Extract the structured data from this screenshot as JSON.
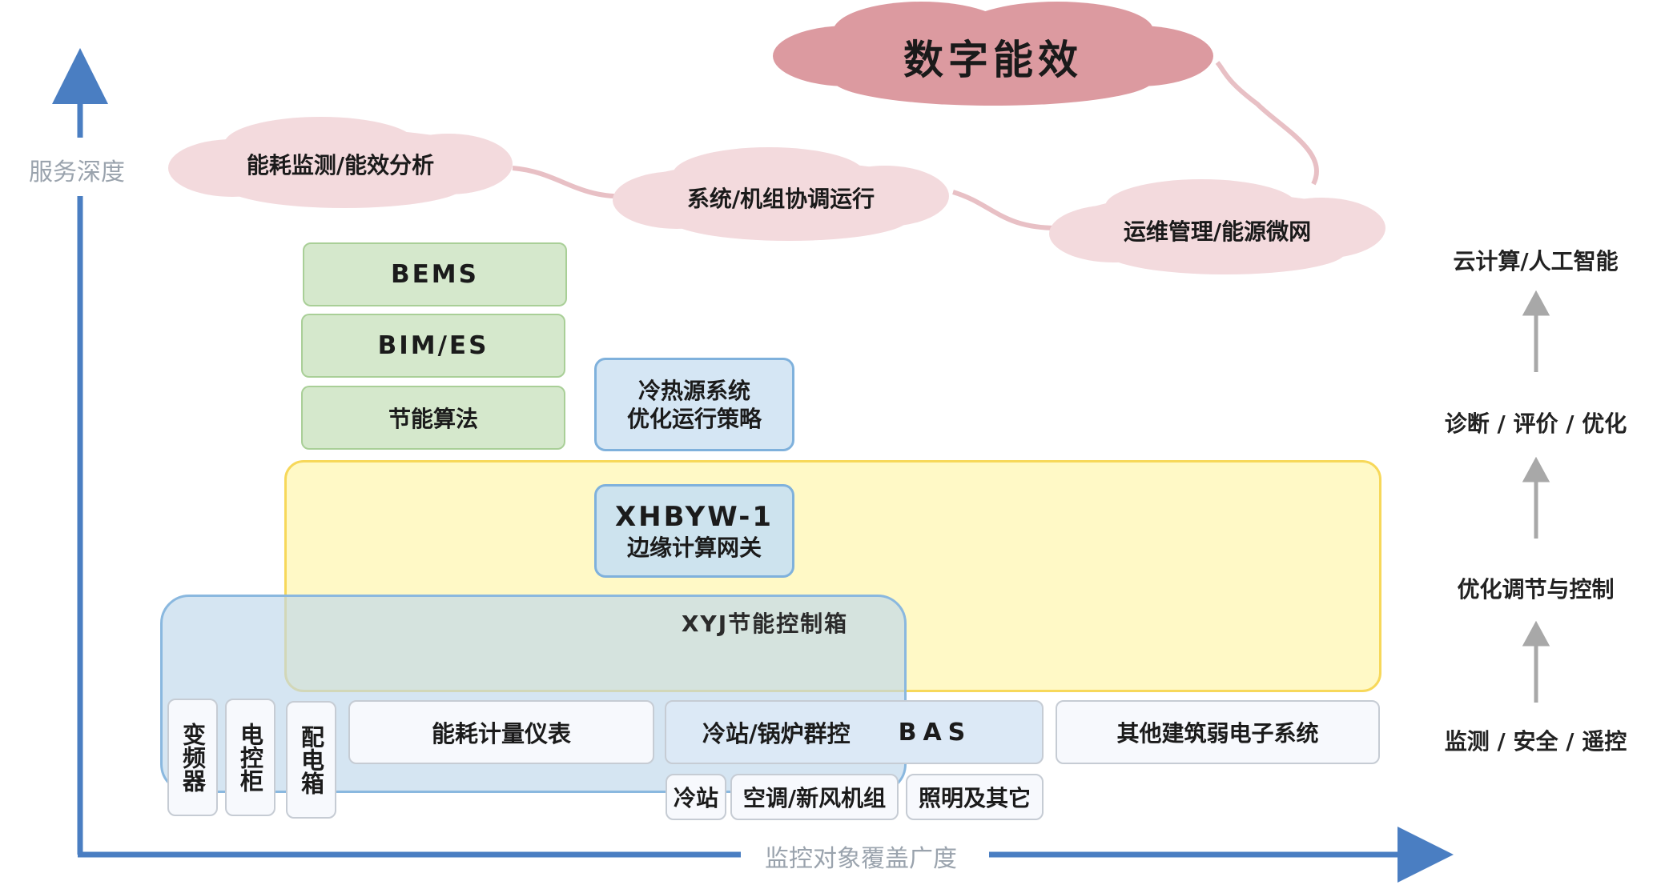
{
  "title_cloud": "数字能效",
  "clouds": {
    "c1": "能耗监测/能效分析",
    "c2": "系统/机组协调运行",
    "c3": "运维管理/能源微网"
  },
  "axes": {
    "y_label": "服务深度",
    "x_label": "监控对象覆盖广度"
  },
  "stack": {
    "bems": "BEMS",
    "bim": "BIM/ES",
    "algo": "节能算法",
    "strategy_line1": "冷热源系统",
    "strategy_line2": "优化运行策略",
    "gateway_line1": "XHBYW-1",
    "gateway_line2": "边缘计算网关",
    "control_box": "XYJ节能控制箱"
  },
  "devices": {
    "inverter": "变频器",
    "cabinet": "电控柜",
    "distribution": "配电箱",
    "meter": "能耗计量仪表",
    "chiller_group": "冷站/锅炉群控",
    "bas": "BAS",
    "other": "其他建筑弱电子系统",
    "chiller": "冷站",
    "ahu": "空调/新风机组",
    "lighting": "照明及其它"
  },
  "right_levels": [
    "云计算/人工智能",
    "诊断 / 评价 / 优化",
    "优化调节与控制",
    "监测 / 安全 / 遥控"
  ],
  "colors": {
    "axis": "#4a7ec2",
    "cloud_main": "#dc9aa0",
    "cloud_light": "#f3dadd",
    "green": "#d5e8cc",
    "blue": "#d5e6f4",
    "yellow": "#fff9c6"
  }
}
